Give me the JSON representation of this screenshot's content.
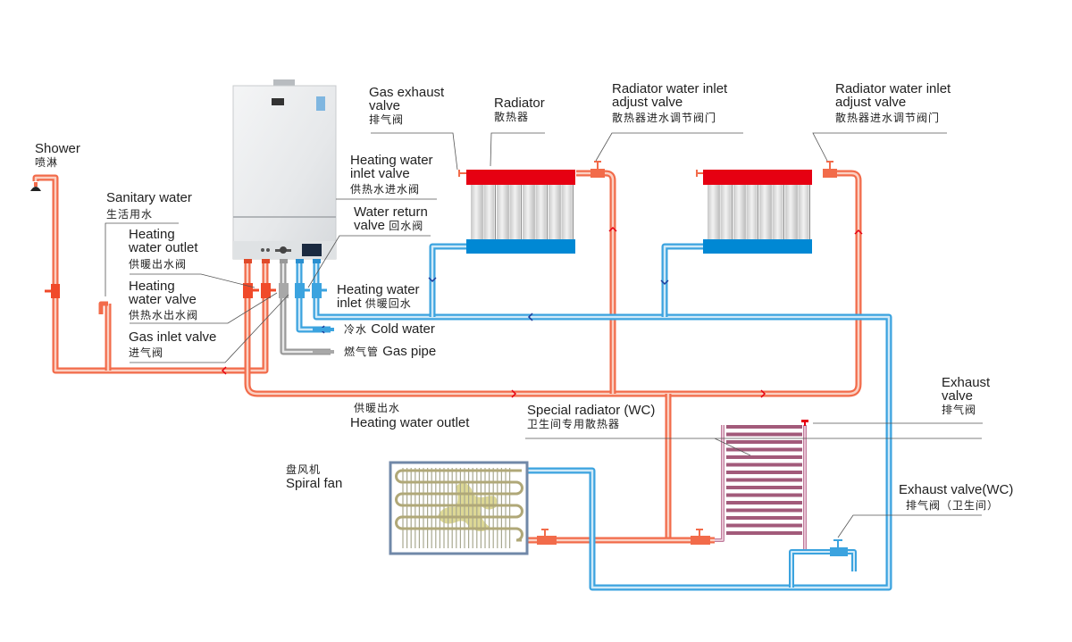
{
  "title": "Wall-hung gas boiler heating system diagram",
  "colors": {
    "hot_pipe": "#f26b4a",
    "hot_pipe_light": "#fbd0c2",
    "cold_pipe": "#3ba3df",
    "cold_pipe_light": "#cfe9f8",
    "gas_pipe": "#a8a8a8",
    "radiator_top": "#e60012",
    "radiator_bottom": "#0088d4",
    "wc_radiator": "#a25a7a",
    "fan_frame": "#7088a8",
    "fan_blade": "#d9d48a",
    "leader_line": "#555555",
    "flow_arrow_hot": "#e60012",
    "flow_arrow_cold": "#1a3a9a"
  },
  "labels": {
    "shower": {
      "en": "Shower",
      "cn": "喷淋"
    },
    "sanitary_water": {
      "en": "Sanitary water",
      "cn": "生活用水"
    },
    "heating_water_outlet_valve": {
      "en1": "Heating",
      "en2": "water outlet",
      "cn": "供暖出水阀"
    },
    "heating_water_valve": {
      "en1": "Heating",
      "en2": "water valve",
      "cn": "供热水出水阀"
    },
    "gas_inlet_valve": {
      "en": "Gas inlet valve",
      "cn": "进气阀"
    },
    "gas_exhaust_valve": {
      "en1": "Gas exhaust",
      "en2": "valve",
      "cn": "排气阀"
    },
    "heating_water_inlet_valve": {
      "en1": "Heating water",
      "en2": "inlet valve",
      "cn": "供热水进水阀"
    },
    "water_return_valve": {
      "en1": "Water return",
      "en2": "valve",
      "cn": "回水阀"
    },
    "heating_water_inlet": {
      "en1": "Heating water",
      "en2": "inlet",
      "cn": "供暖回水"
    },
    "cold_water": {
      "en": "Cold water",
      "cn": "冷水"
    },
    "gas_pipe": {
      "en": "Gas pipe",
      "cn": "燃气管"
    },
    "radiator": {
      "en": "Radiator",
      "cn": "散热器"
    },
    "radiator_inlet_adjust_valve_1": {
      "en1": "Radiator water inlet",
      "en2": "adjust valve",
      "cn": "散热器进水调节阀门"
    },
    "radiator_inlet_adjust_valve_2": {
      "en1": "Radiator water inlet",
      "en2": "adjust valve",
      "cn": "散热器进水调节阀门"
    },
    "heating_water_outlet": {
      "en": "Heating water outlet",
      "cn": "供暖出水"
    },
    "special_radiator_wc": {
      "en": "Special radiator (WC)",
      "cn": "卫生间专用散热器"
    },
    "spiral_fan": {
      "en": "Spiral fan",
      "cn": "盘风机"
    },
    "exhaust_valve": {
      "en1": "Exhaust",
      "en2": "valve",
      "cn": "排气阀"
    },
    "exhaust_valve_wc": {
      "en": "Exhaust valve(WC)",
      "cn": "排气阀（卫生间）"
    }
  }
}
